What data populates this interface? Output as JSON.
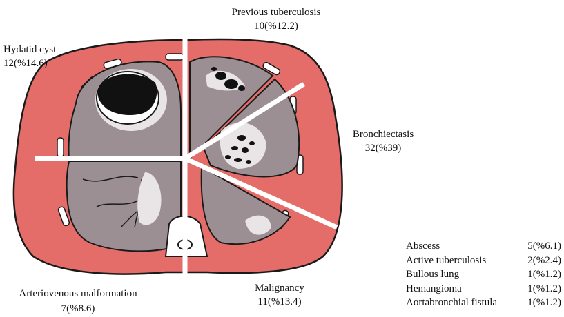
{
  "labels": {
    "previous_tb": {
      "name": "Previous tuberculosis",
      "value": "10(%12.2)"
    },
    "hydatid": {
      "name": "Hydatid cyst",
      "value": "12(%14.6)"
    },
    "bronchiectasis": {
      "name": "Bronchiectasis",
      "value": "32(%39)"
    },
    "av_malformation": {
      "name": "Arteriovenous malformation",
      "value": "7(%8.6)"
    },
    "malignancy": {
      "name": "Malignancy",
      "value": "11(%13.4)"
    }
  },
  "other_causes": [
    {
      "name": "Abscess",
      "value": "5(%6.1)"
    },
    {
      "name": "Active tuberculosis",
      "value": "2(%2.4)"
    },
    {
      "name": "Bullous lung",
      "value": "1(%1.2)"
    },
    {
      "name": "Hemangioma",
      "value": "1(%1.2)"
    },
    {
      "name": "Aortabronchial fistula",
      "value": "1(%1.2)"
    }
  ],
  "colors": {
    "body": "#e46d6a",
    "lung": "#9c8f93",
    "highlight": "#e9e4e6",
    "outline": "#1a1a1a",
    "divider": "#ffffff"
  }
}
